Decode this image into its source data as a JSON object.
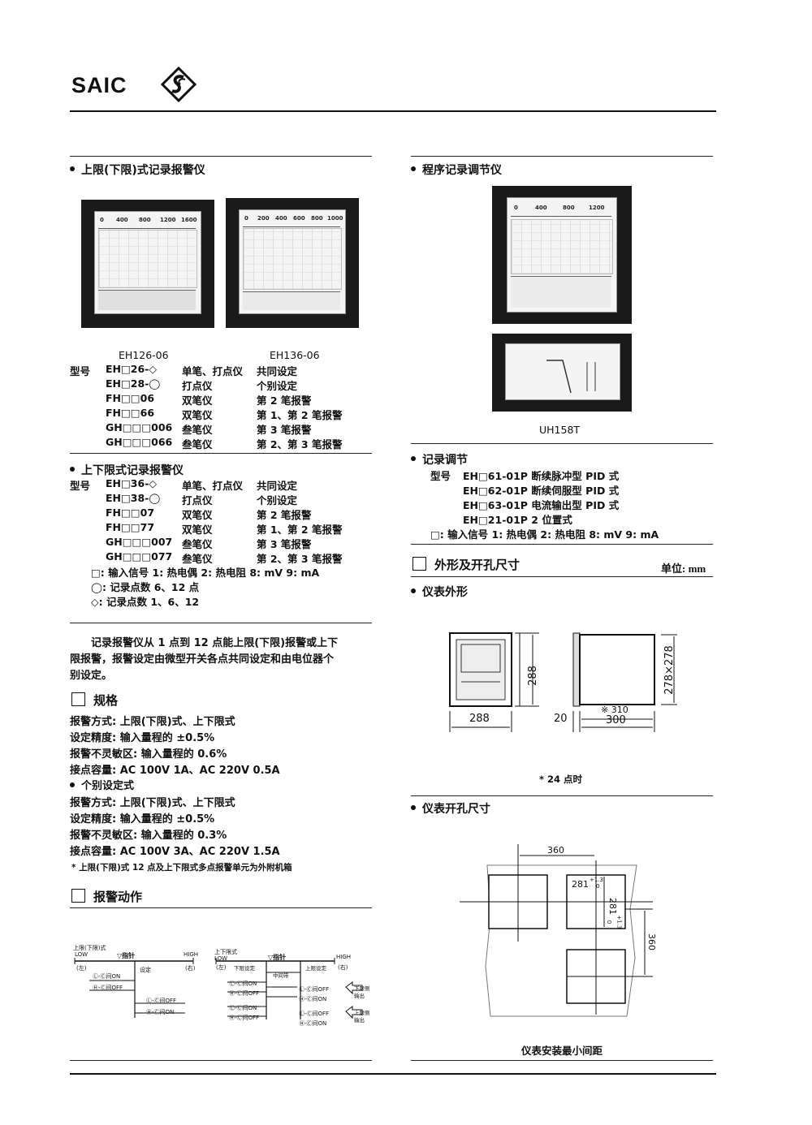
{
  "header": {
    "brand": "SAIC"
  },
  "left": {
    "sec1_title": "上限(下限)式记录报警仪",
    "photo1_caption": "EH126-06",
    "photo2_caption": "EH136-06",
    "photo1_scale": [
      "0",
      "400",
      "800",
      "1200",
      "1600"
    ],
    "photo2_scale": [
      "0",
      "200",
      "400",
      "600",
      "800",
      "1000"
    ],
    "model_label": "型号",
    "table1": [
      {
        "model": "EH□26-◇",
        "type": "单笔、打点仪",
        "setting": "共同设定"
      },
      {
        "model": "EH□28-◯",
        "type": "打点仪",
        "setting": "个别设定"
      },
      {
        "model": "FH□□06",
        "type": "双笔仪",
        "setting": "第 2 笔报警"
      },
      {
        "model": "FH□□66",
        "type": "双笔仪",
        "setting": "第 1、第 2 笔报警"
      },
      {
        "model": "GH□□□006",
        "type": "叁笔仪",
        "setting": "第 3 笔报警"
      },
      {
        "model": "GH□□□066",
        "type": "叁笔仪",
        "setting": "第 2、第 3 笔报警"
      }
    ],
    "sec2_title": "上下限式记录报警仪",
    "table2": [
      {
        "model": "EH□36-◇",
        "type": "单笔、打点仪",
        "setting": "共同设定"
      },
      {
        "model": "EH□38-◯",
        "type": "打点仪",
        "setting": "个别设定"
      },
      {
        "model": "FH□□07",
        "type": "双笔仪",
        "setting": "第 2 笔报警"
      },
      {
        "model": "FH□□77",
        "type": "双笔仪",
        "setting": "第 1、第 2 笔报警"
      },
      {
        "model": "GH□□□007",
        "type": "叁笔仪",
        "setting": "第 3 笔报警"
      },
      {
        "model": "GH□□□077",
        "type": "叁笔仪",
        "setting": "第 2、第 3 笔报警"
      }
    ],
    "notes": [
      "□: 输入信号  1: 热电偶  2: 热电阻  8: mV  9: mA",
      "◯: 记录点数 6、12 点",
      "◇: 记录点数 1、6、12"
    ],
    "paragraph": [
      "记录报警仪从 1 点到 12 点能上限(下限)报警或上下",
      "限报警，报警设定由微型开关各点共同设定和由电位器个",
      "别设定。"
    ],
    "spec_title": "规格",
    "spec_lines": [
      "报警方式: 上限(下限)式、上下限式",
      "设定精度: 输入量程的 ±0.5%",
      "报警不灵敏区: 输入量程的 0.6%",
      "接点容量: AC 100V 1A、AC 220V 0.5A"
    ],
    "spec_sub_title": "个别设定式",
    "spec_lines2": [
      "报警方式: 上限(下限)式、上下限式",
      "设定精度: 输入量程的 ±0.5%",
      "报警不灵敏区: 输入量程的 0.3%",
      "接点容量: AC 100V 3A、AC 220V 1.5A"
    ],
    "spec_note": "* 上限(下限)式 12 点及上下限式多点报警单元为外附机箱",
    "alarm_title": "报警动作",
    "diag1": {
      "title": "上限(下限)式",
      "low": "LOW",
      "left": "(左)",
      "pointer": "▽指针",
      "high": "HIGH",
      "right": "(右)",
      "set": "设定",
      "r1": "Ⓛ-Ⓒ间ON",
      "r2": "Ⓗ-Ⓒ间OFF",
      "r3": "Ⓛ-Ⓒ间OFF",
      "r4": "Ⓗ-Ⓒ间ON"
    },
    "diag2": {
      "title": "上下限式",
      "low": "LOW",
      "left": "(左)",
      "pointer": "▽指针",
      "high": "HIGH",
      "right": "(右)",
      "lower_set": "下限设定",
      "middle": "中间带",
      "upper_set": "上限设定",
      "a1": "Ⓛ-Ⓒ间ON",
      "a2": "Ⓗ-Ⓒ间OFF",
      "a3": "Ⓛ-Ⓒ间OFF",
      "a4": "Ⓗ-Ⓒ间ON",
      "b1": "Ⓛ-Ⓒ间ON",
      "b2": "Ⓗ-Ⓒ间OFF",
      "b3": "Ⓛ-Ⓒ间OFF",
      "b4": "Ⓗ-Ⓒ间ON",
      "out_low": "下限侧输出",
      "out_high": "上限侧输出"
    }
  },
  "right": {
    "sec1_title": "程序记录调节仪",
    "photo_scale": [
      "0",
      "400",
      "800",
      "1200"
    ],
    "photo_caption": "UH158T",
    "sec2_title": "记录调节",
    "model_label": "型号",
    "models": [
      "EH□61-01P 断续脉冲型 PID 式",
      "EH□62-01P 断续伺服型 PID 式",
      "EH□63-01P 电流输出型 PID 式",
      "EH□21-01P 2 位置式"
    ],
    "input_note": "□: 输入信号  1: 热电偶  2: 热电阻  8: mV  9: mA",
    "dim_title": "外形及开孔尺寸",
    "unit": "单位: mm",
    "outline_title": "仪表外形",
    "dims": {
      "h1": "288",
      "w1": "288",
      "depth_note": "※ 310",
      "depth": "300",
      "front": "20",
      "side": "278×278"
    },
    "outline_note": "* 24 点时",
    "cutout_title": "仪表开孔尺寸",
    "cutout": {
      "pitch_h": "360",
      "hole": "281",
      "tol1a": "+1.3",
      "tol1b": "0",
      "hole_v": "281",
      "tol2a": "+1.3",
      "tol2b": "0",
      "pitch_v": "360"
    },
    "cutout_caption": "仪表安装最小间距"
  }
}
